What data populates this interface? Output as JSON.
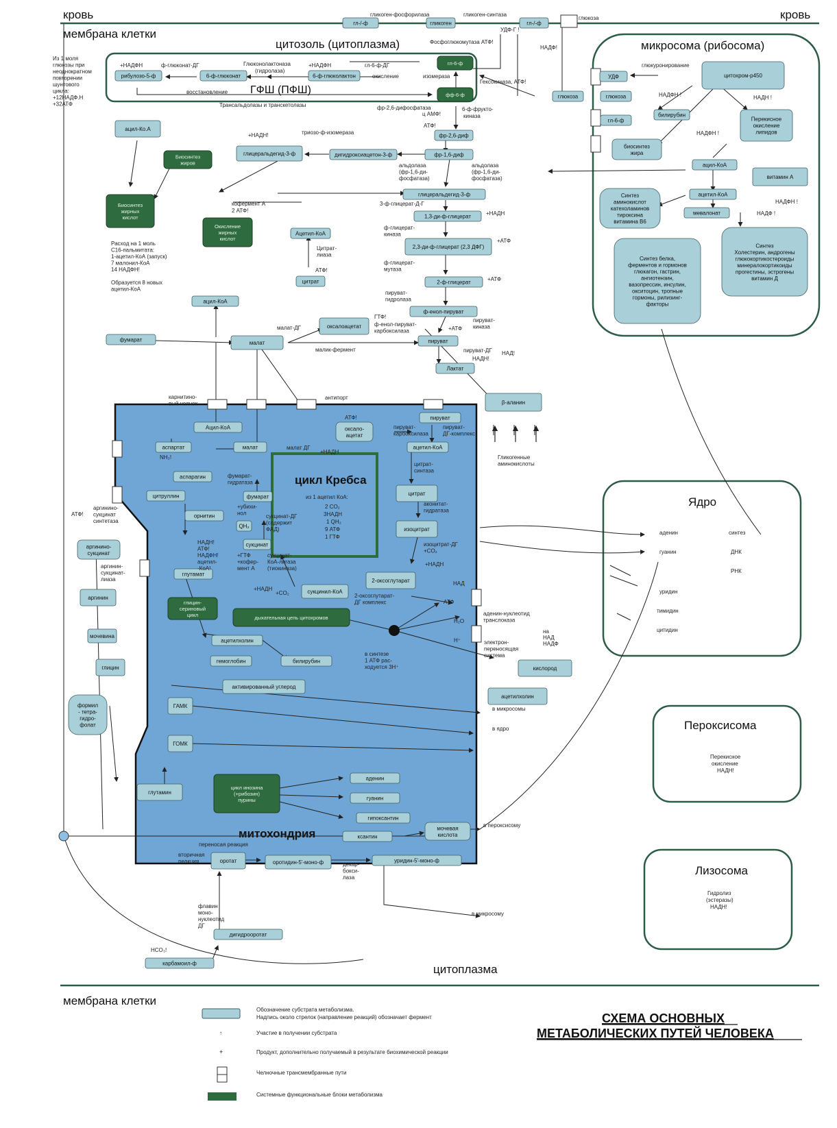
{
  "header": {
    "blood_left": "кровь",
    "blood_right": "кровь",
    "membrane_top": "мембрана клетки",
    "cytosol": "цитозоль (цитоплазма)"
  },
  "compartments": {
    "microsome": "микросома (рибосома)",
    "mitochondria": "митохондрия",
    "nucleus": "Ядро",
    "peroxisome": "Пероксисома",
    "peroxisome_text": [
      "Перекисное",
      "окисление",
      "НАДН!"
    ],
    "lysosome": "Лизосома",
    "lysosome_text": [
      "Гидролиз",
      "(эстеразы)",
      "НАДН!"
    ],
    "cytoplasm": "цитоплазма",
    "membrane_bottom": "мембрана клетки",
    "pfsh": "ГФШ (ПФШ)"
  },
  "krebs": {
    "title": "цикл Кребса",
    "lines": [
      "из 1 ацетил КоА:",
      "2 CO₂",
      "3НАДН",
      "1 QH₂",
      "9 АТФ",
      "1 ГТФ"
    ]
  },
  "note_glucose": [
    "Из 1 моля",
    "глюкозы при",
    "неоднократном",
    "повторении",
    "шунтового",
    "цикла:",
    "+12НАДФ.Н",
    "+32АТФ"
  ],
  "note_palmitate": [
    "Расход на 1 моль",
    "С16-пальмитата:",
    "1-ацетил-КоА (запуск)",
    "7 малонил-КоА",
    "14 НАДФН!",
    "",
    "Образуется 8 новых",
    "ацетил-КоА"
  ],
  "nodes": {
    "gl_f_top": "гл-/-ф",
    "glikogen": "гликоген",
    "gl_f_top2": "гл-/-ф",
    "ribulose": "рибулозо-5-ф",
    "gluconat": "6-ф-глюконат",
    "glukolakton": "6-ф-глюколактон",
    "g6f": "гл-6-ф",
    "ff6f": "фф-6-ф",
    "udf": "УДФ",
    "glukoza1": "глюкоза",
    "glukoza2": "глюкоза",
    "gl6f2": "гл-6-ф",
    "cyt_p450": "цитохром-p450",
    "bilirubin_ms": "билирубин",
    "perox_lip": [
      "Перекисное",
      "окисление",
      "липидов"
    ],
    "fr26": "фр-2,6-диф",
    "fr16": "фр-1,6-диф",
    "dihydroxy": "дигидроксиацетон-3-ф",
    "glyceral_a": "глицеральдегид-3-ф",
    "glyceral_b": "глицеральдегид-3-ф",
    "acyl_koa": "ацил-Ко.А",
    "bio_fat_ms": [
      "биосинтез",
      "жира"
    ],
    "acyl_koa_ms": "ацил-КоА",
    "acetyl_koa_ms": "ацетил-КоА",
    "mevalonat": "мевалонат",
    "vitamin_a": "витамин А",
    "sint_amino": [
      "Синтез",
      "аминокислот",
      "катехоламинов",
      "тироксина",
      "витамина В6"
    ],
    "sint_chol": [
      "Синтез",
      "Холестерин, андрогены",
      "глюкокортикостероиды",
      "минералокортикоиды",
      "прогестины, эстрогены",
      "витамин Д"
    ],
    "sint_protein": [
      "Синтез белка,",
      "ферментов и гормонов",
      "глюкагон, гастрин,",
      "ангиотензин,",
      "вазопрессин, инсулин,",
      "окситоцин, тропные",
      "гормоны, рилизинг-",
      "факторы"
    ],
    "bpg13": "1,3-ди-ф-глицерат",
    "dfg23": "2,3-ди-ф-глицерат (2,3 ДФГ)",
    "pg2": "2-ф-глицерат",
    "fep": "ф-енол-пируват",
    "piruvat_c": "пируват",
    "laktat": "Лактат",
    "b_alanin": "β-аланин",
    "acetyl_koa_c": "Ацетил-КоА",
    "citrat_c": "цитрат",
    "acyl_koa_c": "ацил-КоА",
    "fumarat_c": "фумарат",
    "malat_c": "малат",
    "oksaloacetat_c": "оксалоацетат",
    "bio_fat_dark": [
      "Биосинтез",
      "жиров"
    ],
    "bio_fa_dark": [
      "Биосинтез",
      "жирных",
      "кислот"
    ],
    "ox_fa_dark": [
      "Окисление",
      "жирных",
      "кислот"
    ],
    "acyl_koa_m": "Ацил-КоА",
    "oksalo_m": [
      "оксало-",
      "ацетат"
    ],
    "piruvat_m": "пируват",
    "acetyl_koa_m": "ацетил-КоА",
    "aspartat": "аспартат",
    "malat_m": "малат",
    "asparagin": "аспарагин",
    "fumarat_m": "фумарат",
    "citrat_m": "цитрат",
    "citrullin": "цитруллин",
    "ornitin": "орнитин",
    "qh2": "QH₂",
    "sukcinat": "сукцинат",
    "izocitrat": "изоцитрат",
    "arg_sukc": [
      "аргинино-",
      "сукцинат"
    ],
    "glutamat": "глутамат",
    "oksoglut": "2-оксоглутарат",
    "sukc_koa": "сукцинил-КоА",
    "arginin": "аргинин",
    "glic_cycle": [
      "глицин-",
      "сериновый",
      "цикл"
    ],
    "resp_chain": "дыхательная цепь цитохромов",
    "mochevina": "мочевина",
    "acetylholin_m": "ацетилхолин",
    "gemoglobin": "гемоглобин",
    "bilirubin_m": "билирубин",
    "glicin": "глицин",
    "act_carbon": "активированный углерод",
    "kislorod": "кислород",
    "acetylholin_out": "ацетилхолин",
    "formil": [
      "формил",
      "- тетра-",
      "гидро-",
      "фолат"
    ],
    "gamk": "ГАМК",
    "gomk": "ГОМК",
    "glutamin": "глутамин",
    "inozin": [
      "цикл инозина",
      "(+рибозин)",
      "пурины"
    ],
    "adenin_m": "аденин",
    "guanin_m": "гуанин",
    "gipoksantin": "гипоксантин",
    "ksantin": "ксантин",
    "moch_kisl": [
      "мочевая",
      "кислота"
    ],
    "orotat": "оротат",
    "orotidin": "оротидин-5'-моно-ф",
    "uridin_m": "уридин-5'-моно-ф",
    "digidroorotat": "дигидрооротат",
    "karbamoil": "карбамоил-ф"
  },
  "labels": {
    "glikogen_fosforilaza": "гликоген-фосфорилаза",
    "glikogen_sintaza": "гликоген-синтаза",
    "glukoza_top": "глюкоза",
    "fosfoglukomutaza": "Фосфоглюкомутаза АТФ!",
    "udf_g": "УДФ-Г !",
    "nadf_top": "НАДФ!",
    "nadfh_1": "+НАДФН",
    "f_gluk_dg": "ф-глюконат-ДГ",
    "glukonolakt": "Глюконолактоназа",
    "gidrolaza": "(гидролаза)",
    "nadfh_2": "+НАДФН",
    "g6f_dg": "гл-6-ф-ДГ",
    "okislenie": "окисление",
    "izomeraza": "изомераза",
    "vosstanovlenie": "восстановление",
    "geksokinaza": "Гексокиназа, АТФ!",
    "transaldolazy": "Трансальдолазы и транскетолазы",
    "ff26_difosfataza": "фр-2,6-дифосфатаза",
    "c_amf": "ц АМФ!",
    "f_frukto_kinaza": "6-ф-фрукто-",
    "kinaza": "киназа",
    "atf_fr": "АТФ!",
    "glukuronirovanie": "глюкуронирование",
    "nadfh_ms": "НАДФН !",
    "nadn_ms": "НАДН !",
    "nadfh_ms2": "НАДФН !",
    "nadh_1": "+НАДН!",
    "trioza_izomeraza": "триозо-ф-изомераза",
    "aldolaza1": [
      "альдолаза",
      "(фр-1,6-ди-",
      "фосфатаза)"
    ],
    "aldolaza2": [
      "альдолаза",
      "(фр-1,6-ди-",
      "фосфатаза)"
    ],
    "koferment_a": "кофермент А",
    "atf_2": "2 АТФ!",
    "citrat_liaza": [
      "Цитрат-",
      "лиаза"
    ],
    "atf_cl": "АТФ!",
    "gl3f_dg": "3-ф-глицерат-Д-Г",
    "nadh_bpg": "+НАДН",
    "fg_kinaza": [
      "ф-глицерат-",
      "киназа"
    ],
    "atf_dfg": "+АТФ",
    "fg_mutaza": [
      "ф-глицерат-",
      "мутаза"
    ],
    "atf_pg": "+АТФ",
    "pir_gidrolaza": [
      "пируват-",
      "гидролаза"
    ],
    "gtf": "ГТФ!",
    "fep_karb": [
      "ф-енол-пируват-",
      "карбоксилаза"
    ],
    "atf_pir": "+АТФ",
    "pir_kinaza": [
      "пируват-",
      "киназа"
    ],
    "malat_dg": "малат-ДГ",
    "malik_ferment": "малик-фермент",
    "pir_dg": "пируват-ДГ",
    "nadn_l": "НАДН!",
    "nad_l": "НАД!",
    "nadfh_vit": "НАДФН !",
    "nadf_vit": "НАДФ !",
    "karnitin": [
      "карнитино-",
      "вый челнок"
    ],
    "antiport": "антипорт",
    "glikogen_amino": [
      "Гликогенные",
      "аминокислоты"
    ],
    "atf_m": "АТФ!",
    "pir_karb": [
      "пируват-",
      "карбоксилаза"
    ],
    "pir_dg_komp": [
      "пируват-",
      "ДГ-комплекс"
    ],
    "malat_dg_m": "малат ДГ",
    "nadh_m": "+НАДН",
    "nh3": "NH₃!",
    "fumarat_gid": [
      "фумарат-",
      "гидратаза"
    ],
    "citrat_sint": [
      "цитрат-",
      "синтаза"
    ],
    "akonitat": [
      "аконитат-",
      "гидратаза"
    ],
    "ubikinol": [
      "+убихи-",
      "нол"
    ],
    "sukc_dg": [
      "сукцинат-ДГ",
      "(содержит",
      "ФАД)"
    ],
    "izocitrat_dg": [
      "изоцитрат-ДГ",
      "+CO₂"
    ],
    "nadh_iz": "+НАДН",
    "gtf_kof": [
      "+ГТФ",
      "+кофер-",
      "мент А"
    ],
    "sukc_koa_lig": [
      "сукцинат-",
      "КоА-лигаза",
      "(тиокиназа)"
    ],
    "nadh_rot": "+НАДН",
    "co2": "+CO₂",
    "oksoglut_dg": [
      "2-оксоглутарат-",
      "ДГ комплекс"
    ],
    "argininosukc_sint": [
      "аргинино-",
      "сукцинат",
      "синтетаза"
    ],
    "atf_arg": "АТФ!",
    "nadh_list": [
      "НАДН!",
      "АТФ!",
      "НАДФН!",
      "ацетил-",
      "-КоА!"
    ],
    "arginin_sukc_liaza": [
      "аргинин-",
      "сукцинат-",
      "лиаза"
    ],
    "nad": "НАД",
    "atf_nad": "АТФ",
    "h2o": "H₂O",
    "h_plus": "H⁺",
    "adenin_nukl": [
      "аденин-нуклеотид",
      "транслоказа"
    ],
    "na": "на",
    "nad_r": "НАД",
    "nadf_r": "НАДФ",
    "electron": [
      "электрон-",
      "переносящая",
      "система"
    ],
    "v_sinteze": [
      "в синтезе",
      "1 АТФ рас-",
      "ходуется 3H⁺"
    ],
    "v_mikrosomy": "в микросомы",
    "v_yadro": "в ядро",
    "v_peroksisomu": "в пероксисому",
    "v_mikrosomu": "в микросому",
    "dekarboksilaza": [
      "декар-",
      "бокси-",
      "лаза"
    ],
    "flavin": [
      "флавин",
      "моно-",
      "нуклеотид",
      "ДГ"
    ],
    "hco3": "HCO₃!",
    "perenos_r": "переносая реакция",
    "vtor_r": [
      "вторичная",
      "реакция"
    ],
    "yadro_adenin": "аденин",
    "yadro_guanin": "гуанин",
    "yadro_uridin": "уридин",
    "yadro_timidin": "тимидин",
    "yadro_citidin": "цитидин",
    "sintez": "синтез",
    "dnk": "ДНК",
    "rnk": "РНК"
  },
  "legend": {
    "substrate": [
      "Обозначение субстрата метаболизма.",
      "Надпись около стрелок (направление реакций) обозначает фермент"
    ],
    "participation": "Участие в получении субстрата",
    "product": "Продукт, дополнительно получаемый в результате биохимической реакции",
    "shuttle": "Челночные трансмембранные пути",
    "blocks": "Системные функциональные блоки метаболизма",
    "sym_participation": "↑",
    "sym_product": "+"
  },
  "title": [
    "СХЕМА ОСНОВНЫХ",
    "МЕТАБОЛИЧЕСКИХ ПУТЕЙ ЧЕЛОВЕКА"
  ],
  "colors": {
    "node": "#a9cfd8",
    "node_stroke": "#3f5f66",
    "dark": "#2e6b3e",
    "mito": "#6fa6d6",
    "frame": "#2d5b45"
  }
}
